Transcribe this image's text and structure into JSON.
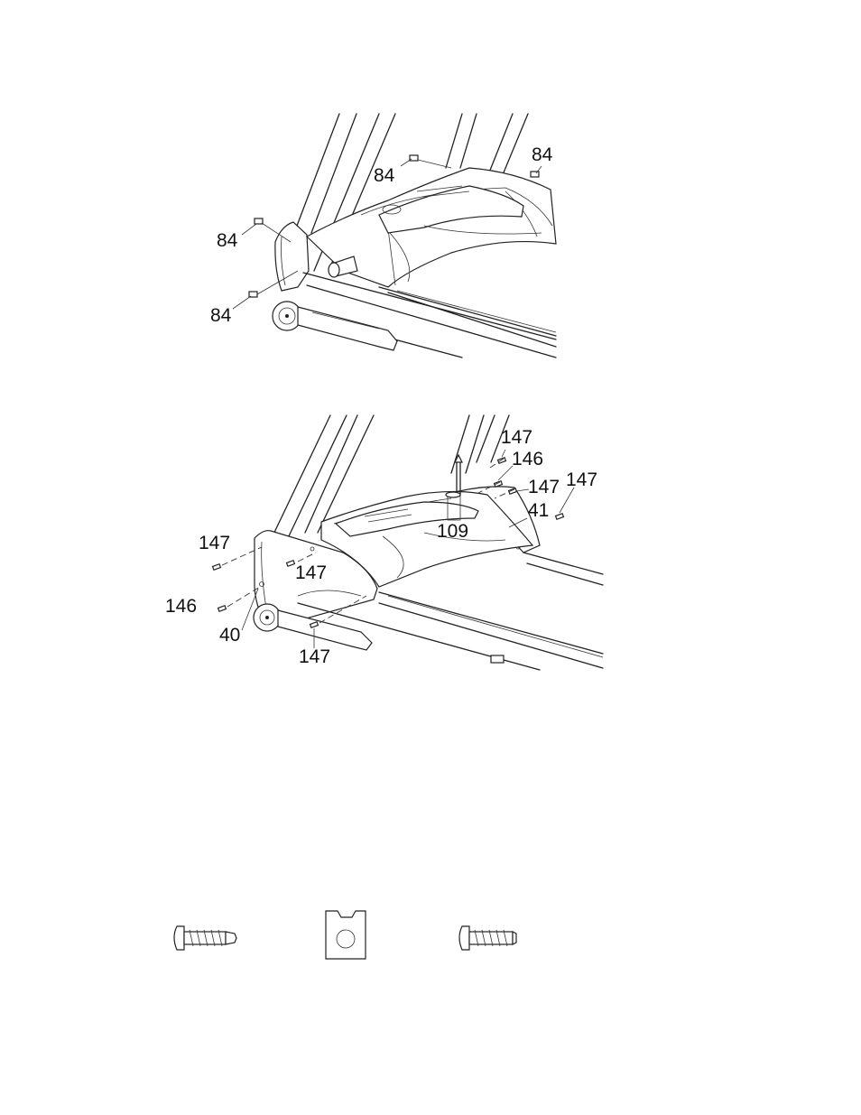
{
  "figure_top": {
    "callouts": [
      {
        "id": "a",
        "text": "84"
      },
      {
        "id": "b",
        "text": "84"
      },
      {
        "id": "c",
        "text": "84"
      },
      {
        "id": "d",
        "text": "84"
      }
    ]
  },
  "figure_bottom": {
    "callouts": [
      {
        "id": "a",
        "text": "147"
      },
      {
        "id": "b",
        "text": "146"
      },
      {
        "id": "c",
        "text": "147"
      },
      {
        "id": "d",
        "text": "147"
      },
      {
        "id": "e",
        "text": "41"
      },
      {
        "id": "f",
        "text": "109"
      },
      {
        "id": "g",
        "text": "147"
      },
      {
        "id": "h",
        "text": "147"
      },
      {
        "id": "i",
        "text": "146"
      },
      {
        "id": "j",
        "text": "40"
      },
      {
        "id": "k",
        "text": "147"
      }
    ]
  },
  "hardware_icons": [
    "self-drilling-screw-icon",
    "speed-nut-clip-icon",
    "tapping-screw-icon"
  ]
}
